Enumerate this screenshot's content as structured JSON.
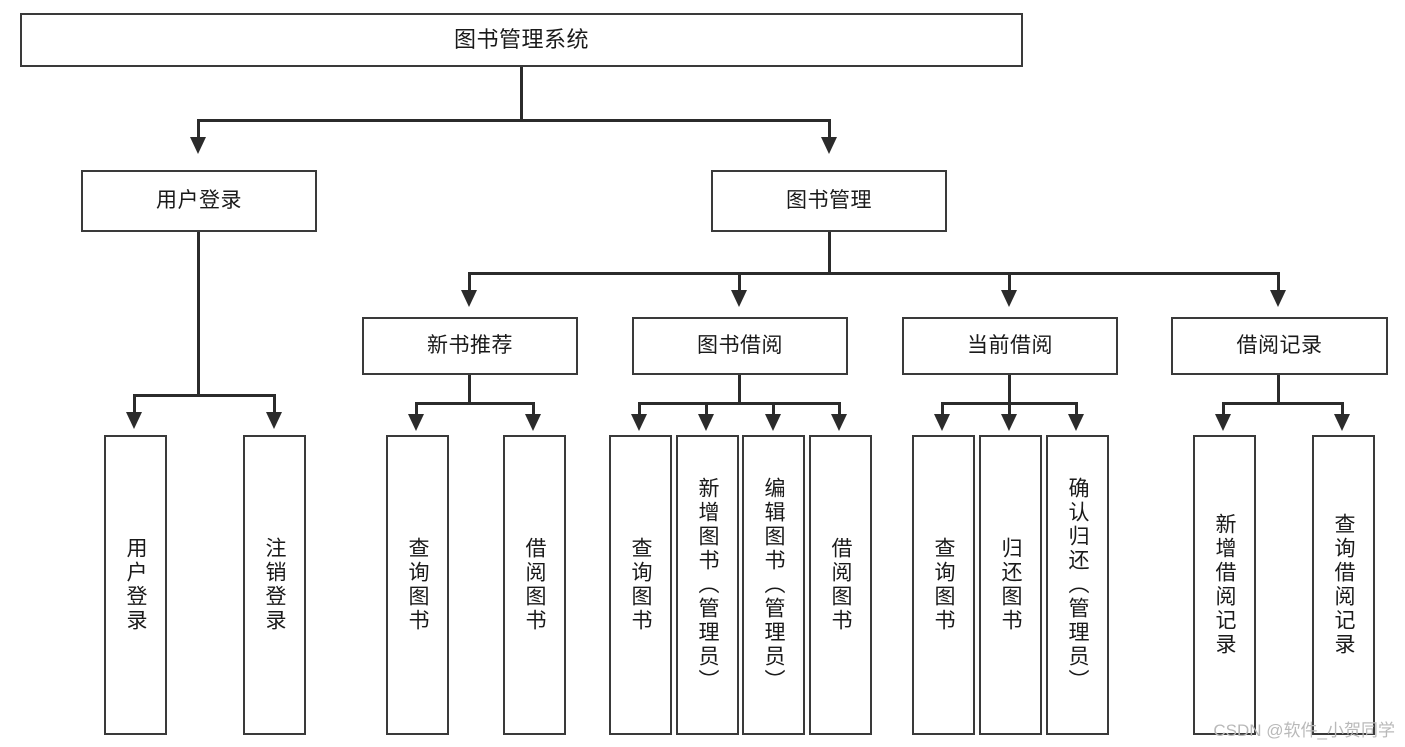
{
  "diagram": {
    "title": "图书管理系统",
    "root": {
      "label": "图书管理系统"
    },
    "level2": [
      {
        "label": "用户登录"
      },
      {
        "label": "图书管理"
      }
    ],
    "level3": [
      {
        "label": "新书推荐"
      },
      {
        "label": "图书借阅"
      },
      {
        "label": "当前借阅"
      },
      {
        "label": "借阅记录"
      }
    ],
    "leaves": [
      {
        "label": "用户登录"
      },
      {
        "label": "注销登录"
      },
      {
        "label": "查询图书"
      },
      {
        "label": "借阅图书"
      },
      {
        "label": "查询图书"
      },
      {
        "label": "新增图书（管理员）"
      },
      {
        "label": "编辑图书（管理员）"
      },
      {
        "label": "借阅图书"
      },
      {
        "label": "查询图书"
      },
      {
        "label": "归还图书"
      },
      {
        "label": "确认归还（管理员）"
      },
      {
        "label": "新增借阅记录"
      },
      {
        "label": "查询借阅记录"
      }
    ]
  },
  "watermark": {
    "text": "CSDN @软件_小贺同学"
  },
  "colors": {
    "box_border": "#3a3a3a",
    "connector": "#2b2b2b",
    "text": "#1a1a1a",
    "background": "#ffffff",
    "watermark": "#b9b9b9"
  }
}
